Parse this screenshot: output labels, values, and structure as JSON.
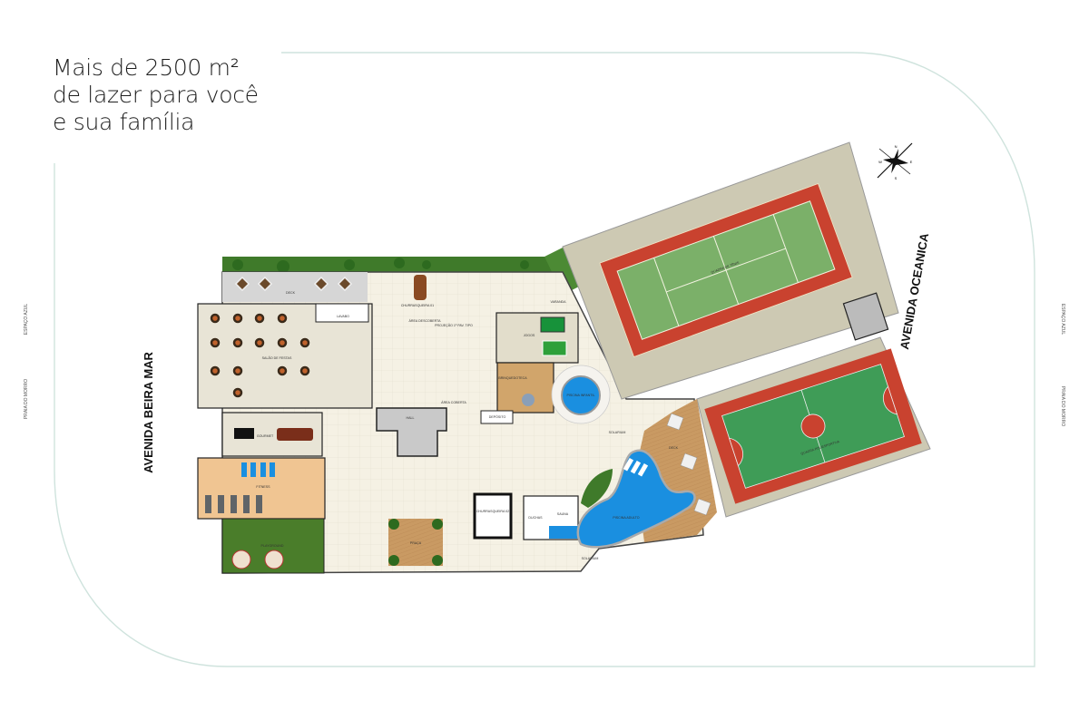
{
  "headline": {
    "line1": "Mais de 2500 m²",
    "line2": "de lazer para você",
    "line3": "e sua família"
  },
  "streets": {
    "left": "AVENIDA BEIRA MAR",
    "right": "AVENIDA OCEANICA"
  },
  "side_labels": {
    "left_top": "ESPAÇO AZUL",
    "left_bottom": "PRAIA DO MORRO",
    "right_top": "ESPAÇO AZUL",
    "right_bottom": "PRAIA DO MORRO"
  },
  "areas": {
    "salao_festas": "SALÃO DE FESTAS",
    "deck_top": "DECK",
    "lavabo": "LAVABO",
    "gourmet": "GOURMET",
    "fitness": "FITNESS",
    "playground": "PLAYGROUND",
    "churrasqueira_1": "CHURRASQUEIRA 01",
    "churrasqueira_2": "CHURRASQUEIRA 02",
    "area_descoberta": "ÁREA DESCOBERTA",
    "area_coberta": "ÁREA COBERTA",
    "projecao": "PROJEÇÃO 1º PAV. TIPO",
    "jogos": "JOGOS",
    "varanda": "VARANDA",
    "brinquedoteca": "BRINQUEDOTECA",
    "deposito": "DEPÓSITO",
    "piscina_infantil": "PISCINA INFANTIL",
    "piscina_adulto": "PISCINA ADULTO",
    "solarium": "SOLARIUM",
    "sauna": "SAUNA",
    "duchas": "DUCHAS",
    "praca": "PRAÇA",
    "hall": "HALL",
    "quadra_tenis": "QUADRA DE TÊNIS",
    "quadra_poli": "QUADRA POLIESPORTIVA"
  },
  "compass": {
    "north": "N",
    "south": "S",
    "east": "E",
    "west": "W"
  },
  "colors": {
    "boundary": "#cfe3dd",
    "floor": "#f4f0e3",
    "court_surround": "#cdc9b3",
    "court_red": "#c9422f",
    "court_green": "#7bb069",
    "pool": "#1a8fe0",
    "hedge": "#3f7a2a",
    "wood": "#c99a63"
  }
}
